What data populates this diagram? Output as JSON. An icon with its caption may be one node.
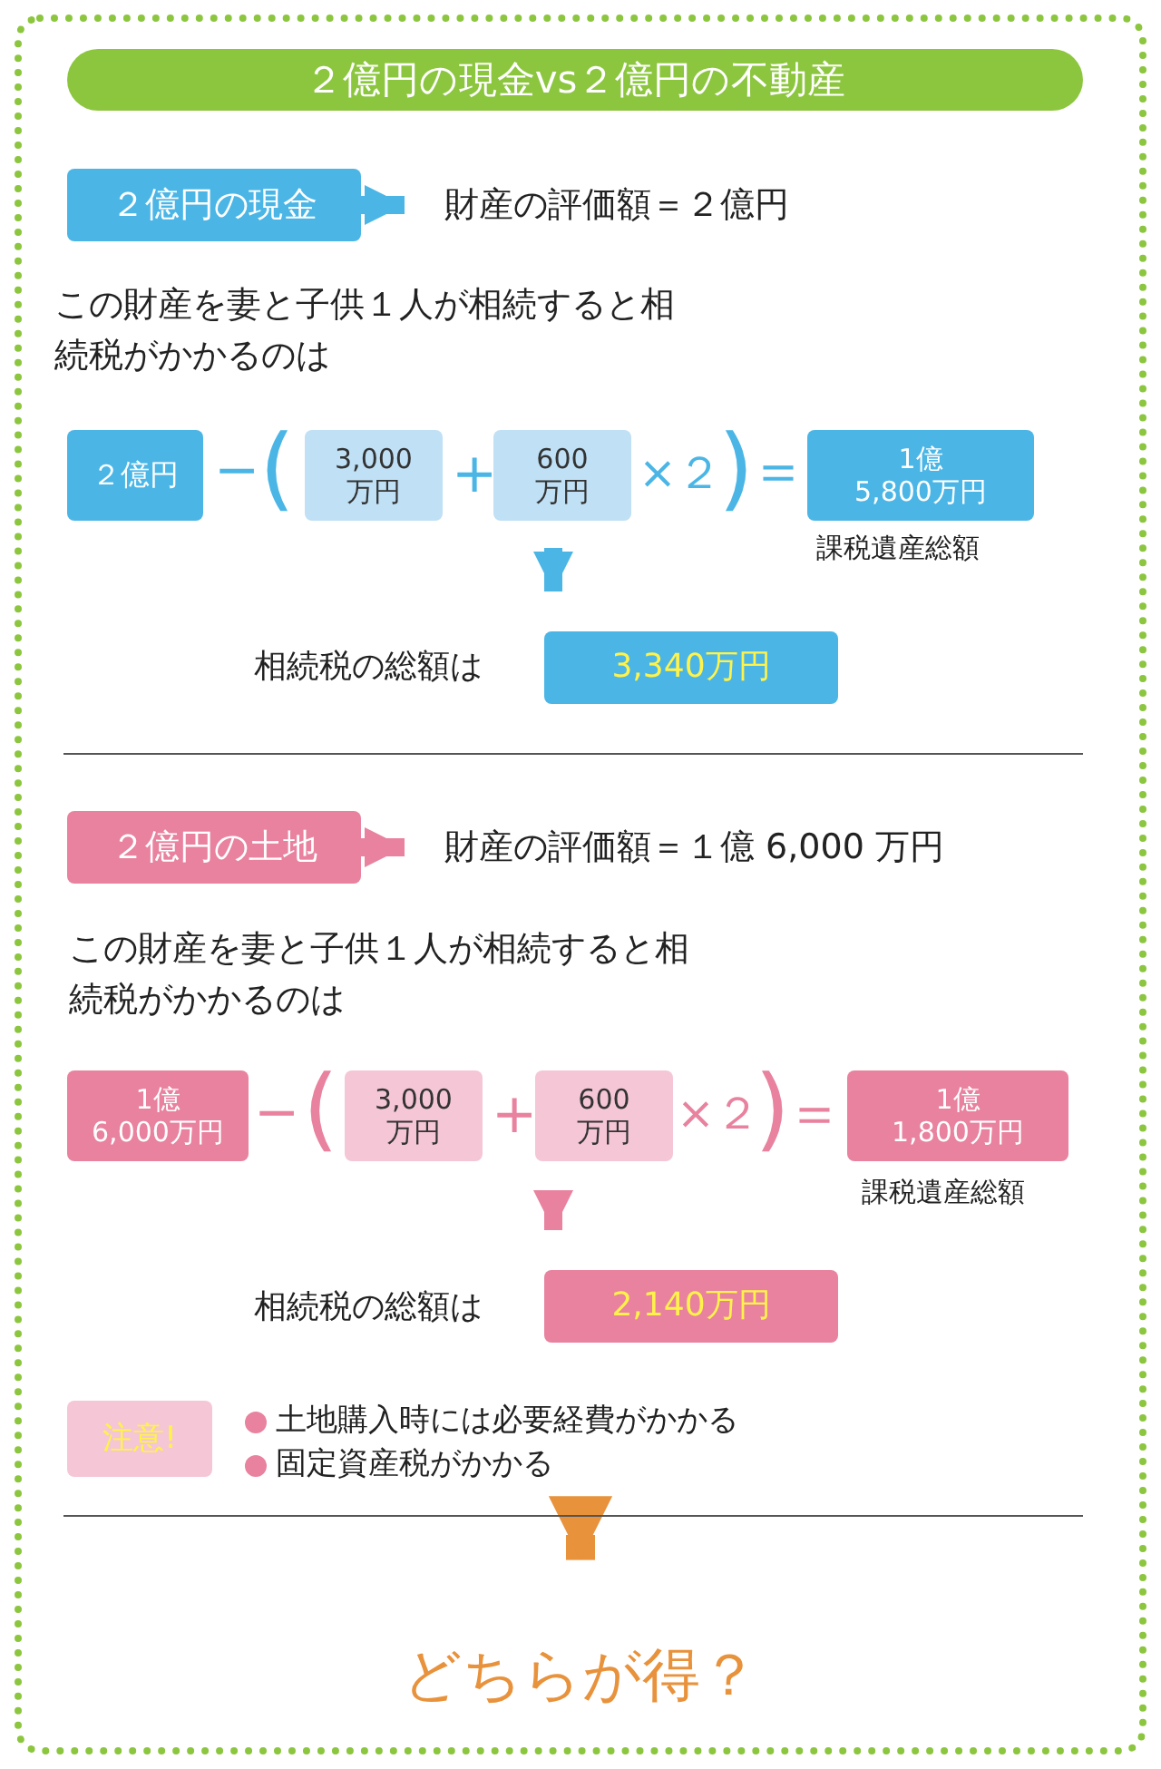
{
  "diagram": {
    "title": "２億円の現金vs２億円の不動産",
    "nodes": [
      {
        "text": [
          "２億円の現金"
        ]
      },
      {
        "text": [
          "財産の評価額＝２億円"
        ]
      },
      {
        "text": [
          "２億円"
        ]
      },
      {
        "text": [
          "3,000 万円"
        ]
      },
      {
        "text": [
          "600 万円"
        ]
      },
      {
        "text": [
          "1億 5,800万円"
        ],
        "beside": [
          "課税遺産総額"
        ]
      },
      {
        "text": [
          "3,340万円"
        ],
        "beside": [
          "相続税の総額は"
        ]
      },
      {
        "text": [
          "２億円の土地"
        ]
      },
      {
        "text": [
          "財産の評価額＝１億 6,000 万円"
        ]
      },
      {
        "text": [
          "1億 6,000万円"
        ]
      },
      {
        "text": [
          "3,000 万円"
        ]
      },
      {
        "text": [
          "600 万円"
        ]
      },
      {
        "text": [
          "1億 1,800万円"
        ],
        "beside": [
          "課税遺産総額"
        ]
      },
      {
        "text": [
          "2,140万円"
        ],
        "beside": [
          "相続税の総額は"
        ]
      },
      {
        "text": [
          "注意!"
        ]
      },
      {
        "text": [
          "どちらが得？"
        ]
      }
    ],
    "edges": [
      {
        "from": 0,
        "to": 1,
        "arrow": "to",
        "color": "#4bb6e6"
      },
      {
        "from": null,
        "to": 6,
        "arrow": "to",
        "color": "#4bb6e6"
      },
      {
        "from": 7,
        "to": 8,
        "arrow": "to",
        "color": "#e8829f"
      },
      {
        "from": null,
        "to": 13,
        "arrow": "to",
        "color": "#e8829f"
      },
      {
        "from": null,
        "to": 15,
        "arrow": "to",
        "color": "#e8923c"
      }
    ],
    "labels": [
      "この財産を妻と子供１人が相続すると相続税がかかるのは",
      "−",
      "(",
      "+",
      "×２",
      ")",
      "＝",
      "この財産を妻と子供１人が相続すると相続税がかかるのは",
      "−",
      "(",
      "+",
      "×２",
      ")",
      "＝",
      "土地購入時には必要経費がかかる",
      "固定資産税がかかる"
    ]
  }
}
